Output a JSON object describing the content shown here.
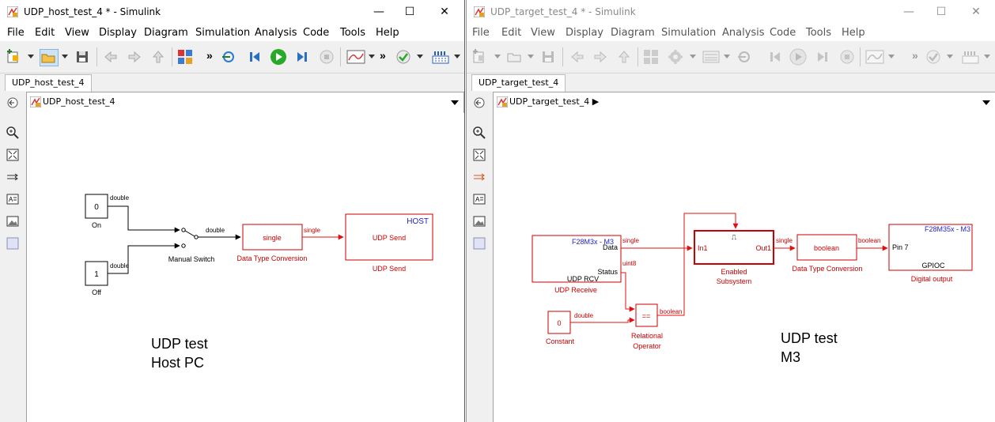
{
  "left_window": {
    "title": "UDP_host_test_4 * - Simulink",
    "menu": [
      "File",
      "Edit",
      "View",
      "Display",
      "Diagram",
      "Simulation",
      "Analysis",
      "Code",
      "Tools",
      "Help"
    ],
    "tab": "UDP_host_test_4",
    "address": "UDP_host_test_4",
    "controls": {
      "minimize": "—",
      "maximize": "☐",
      "close": "✕"
    },
    "toolbar_more": "»",
    "diagram": {
      "const_on": {
        "value": "0",
        "label": "On",
        "out_type": "double"
      },
      "const_off": {
        "value": "1",
        "label": "Off",
        "out_type": "double"
      },
      "switch": {
        "label": "Manual Switch",
        "out_type": "double"
      },
      "dtc": {
        "text": "single",
        "label": "Data Type Conversion",
        "out_type": "single"
      },
      "udp_send": {
        "text": "UDP Send",
        "tag": "HOST",
        "label": "UDP Send"
      },
      "note": {
        "line1": "UDP test",
        "line2": "Host PC"
      }
    }
  },
  "right_window": {
    "title": "UDP_target_test_4 * - Simulink",
    "menu": [
      "File",
      "Edit",
      "View",
      "Display",
      "Diagram",
      "Simulation",
      "Analysis",
      "Code",
      "Tools",
      "Help"
    ],
    "tab": "UDP_target_test_4",
    "address": "UDP_target_test_4 ▶",
    "controls": {
      "minimize": "—",
      "maximize": "☐",
      "close": "✕"
    },
    "toolbar_more": "»",
    "diagram": {
      "udp_rcv": {
        "tag": "F28M3x - M3",
        "port_data": "Data",
        "port_status": "Status",
        "text": "UDP RCV",
        "label": "UDP Receive",
        "data_type": "single",
        "status_type": "uint8"
      },
      "enabled_subsystem": {
        "in": "In1",
        "out": "Out1",
        "label_line1": "Enabled",
        "label_line2": "Subsystem",
        "enable_symbol": "⎍"
      },
      "dtc": {
        "text": "boolean",
        "label": "Data Type Conversion",
        "in_type": "single",
        "out_type": "boolean"
      },
      "gpio": {
        "tag": "F28M35x - M3",
        "port": "Pin 7",
        "text": "GPIOC",
        "label": "Digital output"
      },
      "constant": {
        "value": "0",
        "label": "Constant",
        "out_type": "double"
      },
      "relop": {
        "text": "==",
        "label_line1": "Relational",
        "label_line2": "Operator",
        "out_type": "boolean"
      },
      "note": {
        "line1": "UDP test",
        "line2": "M3"
      }
    }
  },
  "colors": {
    "line_red": "#e01010",
    "block_red": "#cc0000",
    "tag_blue": "#1f1fcc",
    "run_green": "#2aa82a"
  }
}
